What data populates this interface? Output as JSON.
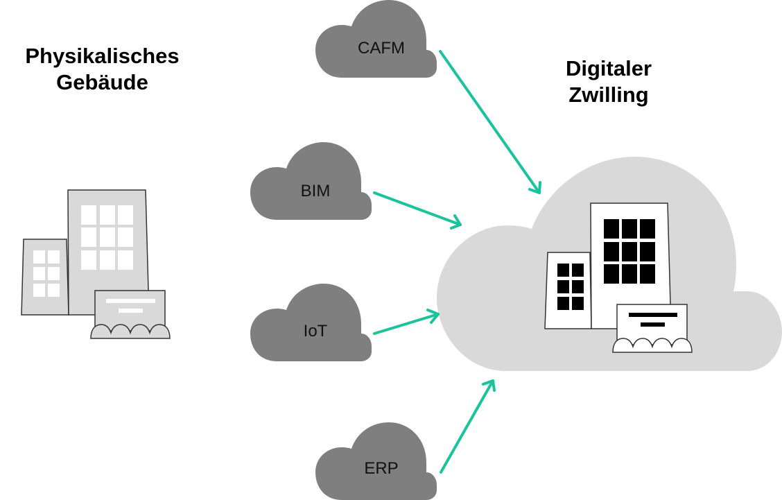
{
  "headings": {
    "physical_building": "Physikalisches\nGebäude",
    "physical_building_line1": "Physikalisches",
    "physical_building_line2": "Gebäude",
    "digital_twin_line1": "Digitaler",
    "digital_twin_line2": "Zwilling"
  },
  "sources": [
    {
      "id": "cafm",
      "label": "CAFM"
    },
    {
      "id": "bim",
      "label": "BIM"
    },
    {
      "id": "iot",
      "label": "IoT"
    },
    {
      "id": "erp",
      "label": "ERP"
    }
  ],
  "targets": {
    "digital_twin_cloud": "digital-twin"
  },
  "edges": [
    {
      "from": "CAFM",
      "to": "Digitaler Zwilling"
    },
    {
      "from": "BIM",
      "to": "Digitaler Zwilling"
    },
    {
      "from": "IoT",
      "to": "Digitaler Zwilling"
    },
    {
      "from": "ERP",
      "to": "Digitaler Zwilling"
    }
  ],
  "colors": {
    "source_cloud": "#7f7f7f",
    "target_cloud": "#d9d9d9",
    "arrow": "#1ac39c",
    "physical_building_fill": "#d9d9d9",
    "physical_window": "#ffffff",
    "twin_building_fill": "#ffffff",
    "twin_window": "#000000",
    "text": "#000000"
  }
}
